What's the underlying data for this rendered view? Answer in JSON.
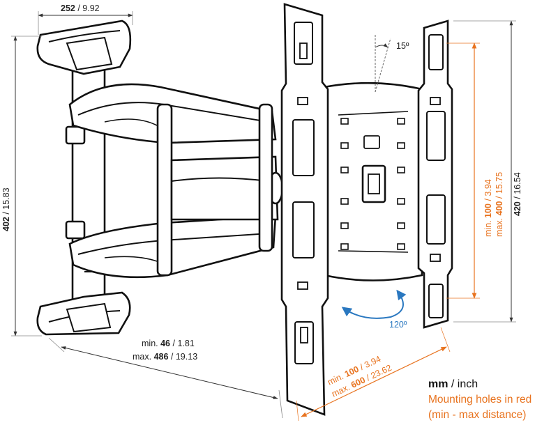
{
  "colors": {
    "accent_orange": "#e8731f",
    "rotation_arrow": "#2a78c0",
    "line": "#111111",
    "dim_line": "#555555",
    "metal_fill": "#ffffff",
    "shade": "#d9d9d9"
  },
  "dimensions": {
    "top_width": {
      "mm": "252",
      "inch": "9.92"
    },
    "left_height": {
      "mm": "402",
      "inch": "15.83"
    },
    "right_height": {
      "mm": "420",
      "inch": "16.54"
    },
    "extension": {
      "min_label": "min.",
      "min_mm": "46",
      "min_inch": "1.81",
      "max_label": "max.",
      "max_mm": "486",
      "max_inch": "19.13"
    },
    "vertical_holes": {
      "min_label": "min.",
      "min_mm": "100",
      "min_inch": "3.94",
      "max_label": "max.",
      "max_mm": "400",
      "max_inch": "15.75"
    },
    "horizontal_holes": {
      "min_label": "min.",
      "min_mm": "100",
      "min_inch": "3.94",
      "max_label": "max.",
      "max_mm": "600",
      "max_inch": "23.62"
    },
    "tilt": "15º",
    "swivel": "120º",
    "separator": " / "
  },
  "legend": {
    "unit_mm": "mm",
    "unit_inch": "inch",
    "line1": "Mounting holes in red",
    "line2": "(min - max distance)"
  }
}
